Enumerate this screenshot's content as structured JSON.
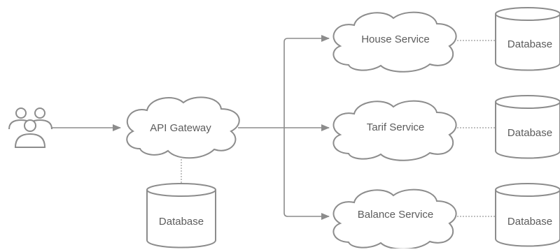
{
  "diagram": {
    "users": {
      "icon": "users-icon"
    },
    "gateway": {
      "label": "API Gateway"
    },
    "gateway_db": {
      "label": "Database"
    },
    "services": [
      {
        "label": "House Service",
        "db_label": "Database"
      },
      {
        "label": "Tarif Service",
        "db_label": "Database"
      },
      {
        "label": "Balance Service",
        "db_label": "Database"
      }
    ],
    "colors": {
      "stroke": "#8c8c8c",
      "text": "#5c5c5c",
      "background": "#ffffff"
    }
  }
}
